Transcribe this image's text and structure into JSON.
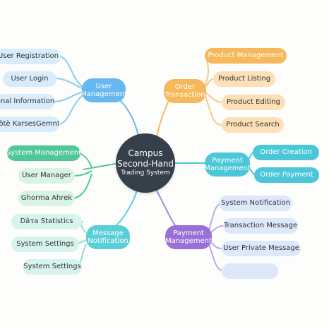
{
  "center": {
    "line1": "Campus",
    "line2": "Second-Hand",
    "line3": "Trading System"
  },
  "branches": {
    "user_management": {
      "label": "User Management",
      "children": [
        "User Registration",
        "User Login",
        "onal Information",
        "Fötè KarsesGemnt"
      ]
    },
    "order_transaction": {
      "label": "Order Transaction",
      "children": [
        "Product Management",
        "Product Listing",
        "Product Editing",
        "Product Search"
      ]
    },
    "payment_management_right": {
      "label": "Payment Management",
      "children": [
        "Order Creation",
        "Order Payment"
      ]
    },
    "payment_management_bottom": {
      "label": "Payment Management",
      "children": [
        "System Notification",
        "Transaction Message",
        "User Private Message",
        ""
      ]
    },
    "message_notification": {
      "label": "Message Notification",
      "children": [
        "Dãτa Statistics",
        "System Settings",
        "System Settings"
      ]
    },
    "system_group": {
      "children": [
        "System Management",
        "User Manager",
        "Ghorma Ahrek"
      ]
    }
  },
  "colors": {
    "center": "#36404a",
    "blue": "#67b8f0",
    "orange": "#f7b85b",
    "cyan": "#4cc7d8",
    "purple": "#9b6fd8",
    "green": "#4fc79b"
  }
}
